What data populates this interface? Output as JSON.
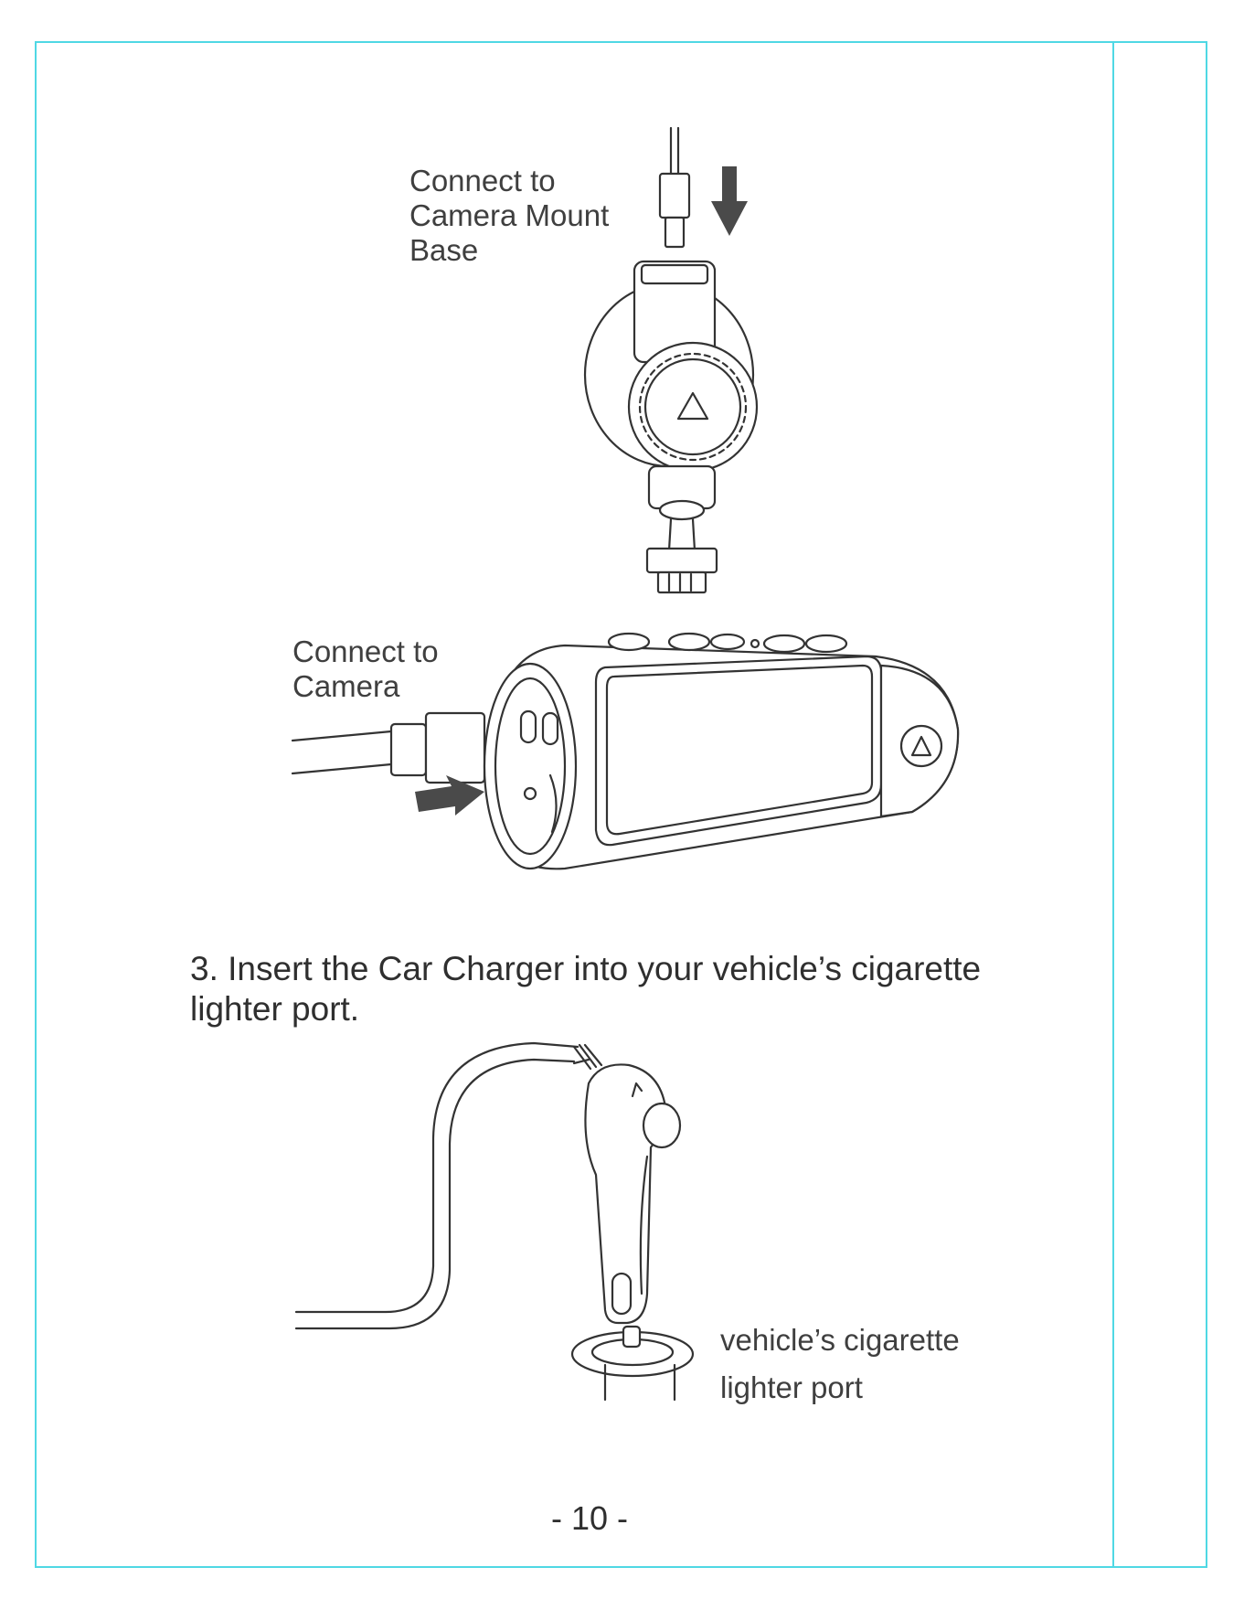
{
  "labels": {
    "mount_base": "Connect to\nCamera Mount\nBase",
    "camera": "Connect to\nCamera",
    "lighter_port": "vehicle’s cigarette\nlighter port"
  },
  "step": {
    "number": "3.",
    "text": "Insert the Car Charger into your vehicle’s cigarette lighter port."
  },
  "page_number": "- 10 -",
  "colors": {
    "frame": "#4fd8e4",
    "arrow": "#4a4a4a"
  },
  "icons": [
    "arrow-down-icon",
    "arrow-right-icon",
    "warning-triangle-icon"
  ]
}
